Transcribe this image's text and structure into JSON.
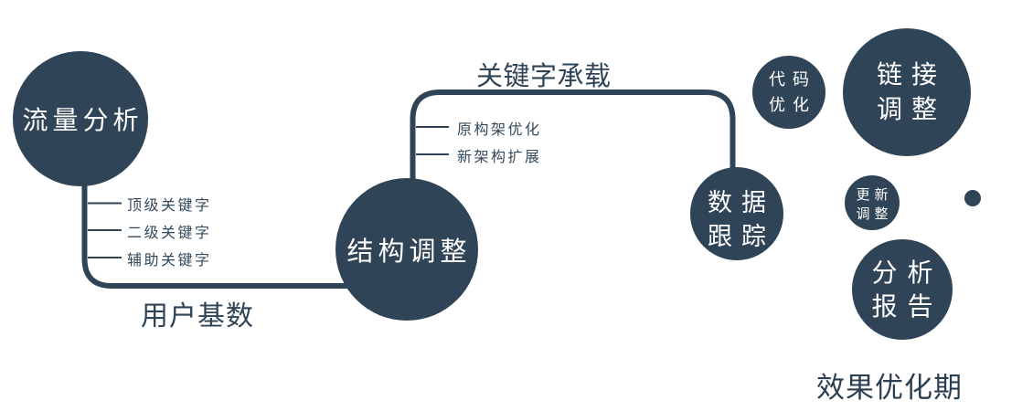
{
  "diagram": {
    "nodes": {
      "traffic_analysis": {
        "label": "流量分析"
      },
      "structure_adjust": {
        "label": "结构调整"
      },
      "data_tracking": {
        "line1": "数据",
        "line2": "跟踪"
      },
      "code_optimization": {
        "line1": "代码",
        "line2": "优化"
      },
      "link_adjust": {
        "line1": "链接",
        "line2": "调整"
      },
      "update_adjust": {
        "line1": "更新",
        "line2": "调整"
      },
      "analysis_report": {
        "line1": "分析",
        "line2": "报告"
      }
    },
    "edge_labels": {
      "user_base": "用户基数",
      "keyword_carry": "关键字承载"
    },
    "branch_labels": {
      "left": [
        "顶级关键字",
        "二级关键字",
        "辅助关键字"
      ],
      "middle": [
        "原构架优化",
        "新架构扩展"
      ]
    },
    "caption": "效果优化期",
    "colors": {
      "node": "#2f4456",
      "node_text": "#ffffff",
      "label_dark": "#2f4456"
    }
  }
}
